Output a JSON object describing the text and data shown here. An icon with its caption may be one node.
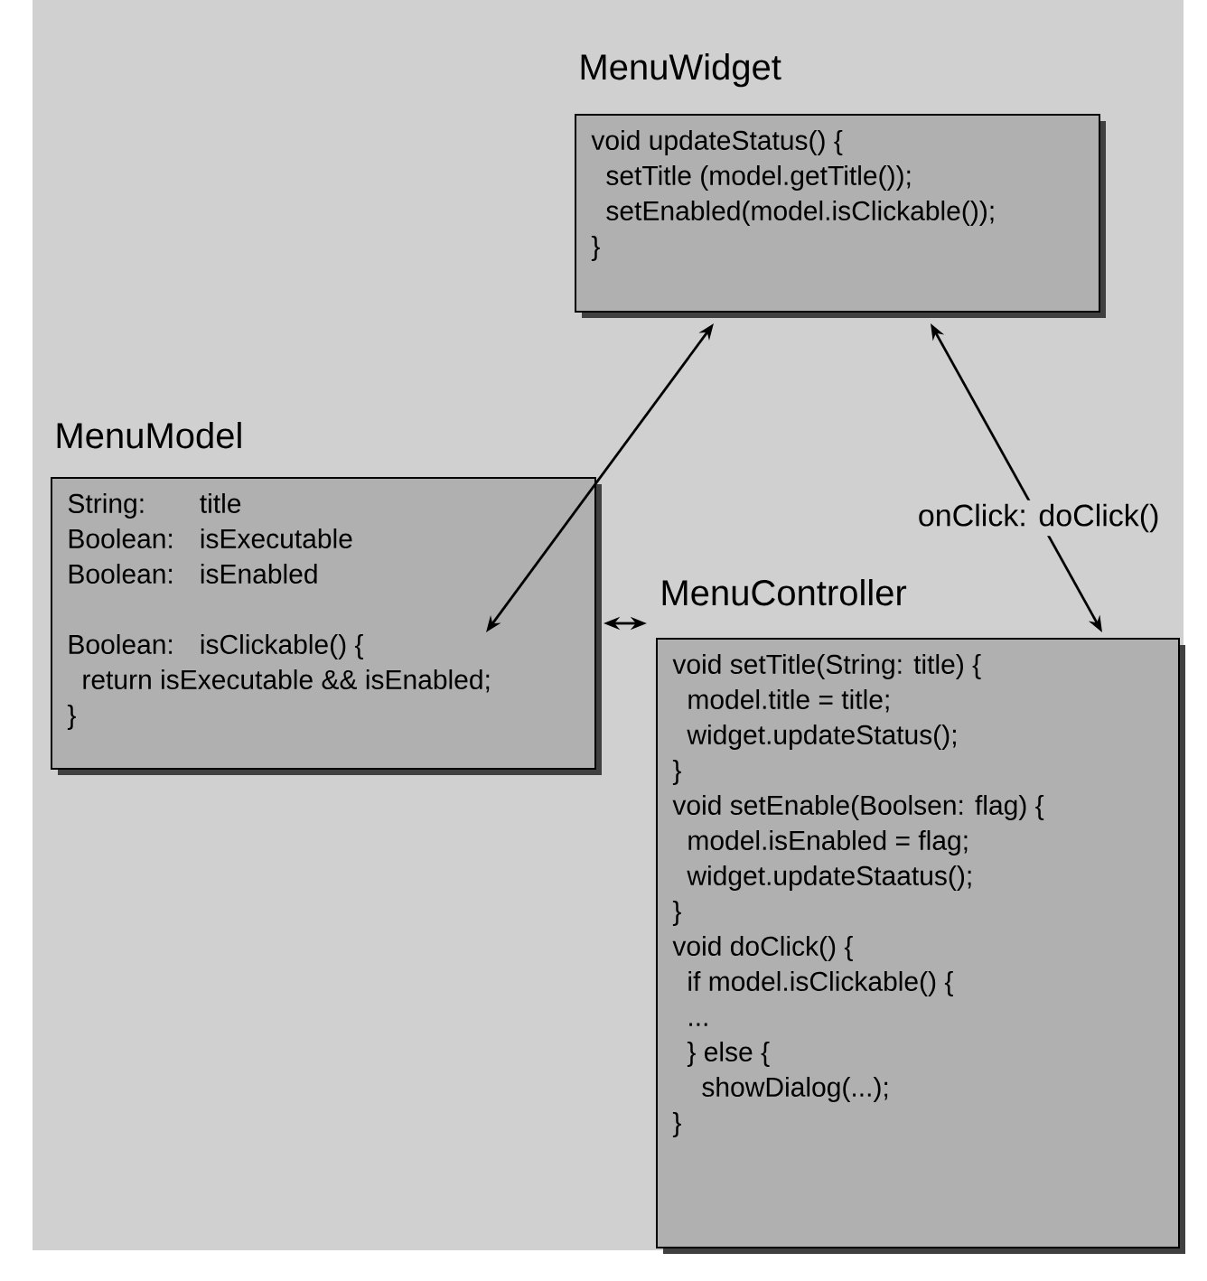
{
  "diagram": {
    "nodes": [
      {
        "text": [
          "MenuWidget",
          "void updateStatus() {",
          "setTitle (model.getTitle());",
          "setEnabled(model.isClickable());",
          "}"
        ]
      },
      {
        "text": [
          "MenuModel",
          "String:",
          "title",
          "Boolean:",
          "isExecutable",
          "Boolean:",
          "isEnabled",
          "Boolean:",
          "isClickable() {",
          "return isExecutable && isEnabled;",
          "}"
        ]
      },
      {
        "text": [
          "MenuController",
          "void setTitle(String: title) {",
          "model.title = title;",
          "widget.updateStatus();",
          "}",
          "void setEnable(Boolsen: flag) {",
          "model.isEnabled = flag;",
          "widget.updateStaatus();",
          "}",
          "void doClick() {",
          "if model.isClickable() {",
          "...",
          "} else {",
          "showDialog(...);",
          "}"
        ]
      }
    ],
    "edges": [
      {
        "from": 0,
        "to": 1,
        "arrow": "both"
      },
      {
        "from": 0,
        "to": 2,
        "arrow": "both",
        "label": "onClick: doClick()"
      },
      {
        "from": 1,
        "to": 2,
        "arrow": "both"
      }
    ]
  }
}
